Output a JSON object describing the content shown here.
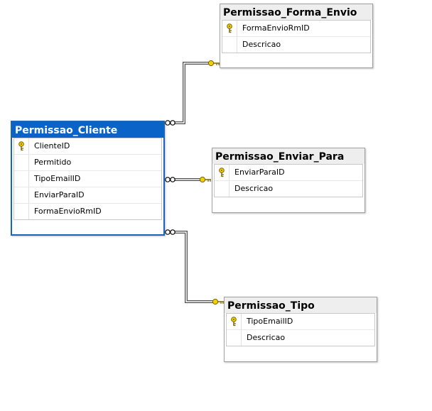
{
  "colors": {
    "selected_header": "#0a64c8",
    "header": "#eeeeee",
    "key": "#f0d000",
    "connector": "#505050"
  },
  "tables": {
    "cliente": {
      "title": "Permissao_Cliente",
      "selected": true,
      "columns": [
        {
          "name": "ClienteID",
          "primary_key": true
        },
        {
          "name": "Permitido",
          "primary_key": false
        },
        {
          "name": "TipoEmailID",
          "primary_key": false
        },
        {
          "name": "EnviarParaID",
          "primary_key": false
        },
        {
          "name": "FormaEnvioRmID",
          "primary_key": false
        }
      ]
    },
    "forma_envio": {
      "title": "Permissao_Forma_Envio",
      "selected": false,
      "columns": [
        {
          "name": "FormaEnvioRmID",
          "primary_key": true
        },
        {
          "name": "Descricao",
          "primary_key": false
        }
      ]
    },
    "enviar_para": {
      "title": "Permissao_Enviar_Para",
      "selected": false,
      "columns": [
        {
          "name": "EnviarParaID",
          "primary_key": true
        },
        {
          "name": "Descricao",
          "primary_key": false
        }
      ]
    },
    "tipo": {
      "title": "Permissao_Tipo",
      "selected": false,
      "columns": [
        {
          "name": "TipoEmailID",
          "primary_key": true
        },
        {
          "name": "Descricao",
          "primary_key": false
        }
      ]
    }
  },
  "relationships": [
    {
      "from": "Permissao_Cliente",
      "to": "Permissao_Forma_Envio",
      "from_end": "many",
      "to_end": "one"
    },
    {
      "from": "Permissao_Cliente",
      "to": "Permissao_Enviar_Para",
      "from_end": "many",
      "to_end": "one"
    },
    {
      "from": "Permissao_Cliente",
      "to": "Permissao_Tipo",
      "from_end": "many",
      "to_end": "one"
    }
  ]
}
